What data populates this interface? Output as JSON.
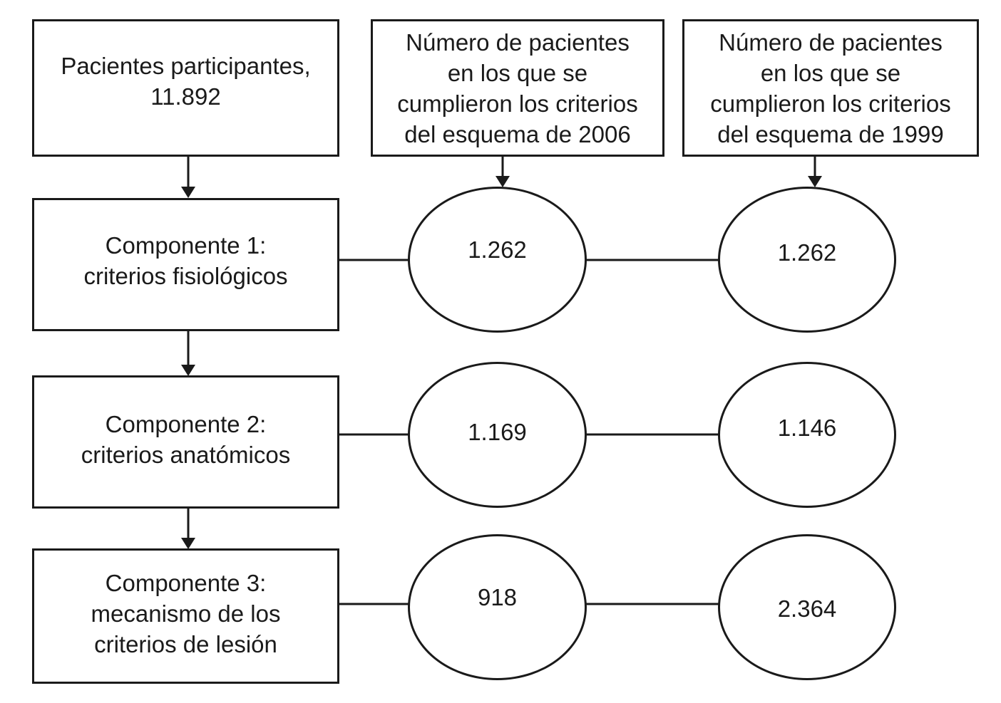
{
  "boxes": {
    "participants": "Pacientes participantes,\n11.892",
    "header_2006": "Número de pacientes\nen los que se\ncumplieron los criterios\ndel esquema de 2006",
    "header_1999": "Número de pacientes\nen los que se\ncumplieron los criterios\ndel esquema de 1999",
    "component_1": "Componente 1:\ncriterios fisiológicos",
    "component_2": "Componente 2:\ncriterios anatómicos",
    "component_3": "Componente 3:\nmecanismo de los\ncriterios de lesión"
  },
  "counts": {
    "scheme_2006": {
      "component_1": "1.262",
      "component_2": "1.169",
      "component_3": "918"
    },
    "scheme_1999": {
      "component_1": "1.262",
      "component_2": "1.146",
      "component_3": "2.364"
    }
  },
  "colors": {
    "stroke": "#1a1a1a",
    "background": "#ffffff"
  }
}
